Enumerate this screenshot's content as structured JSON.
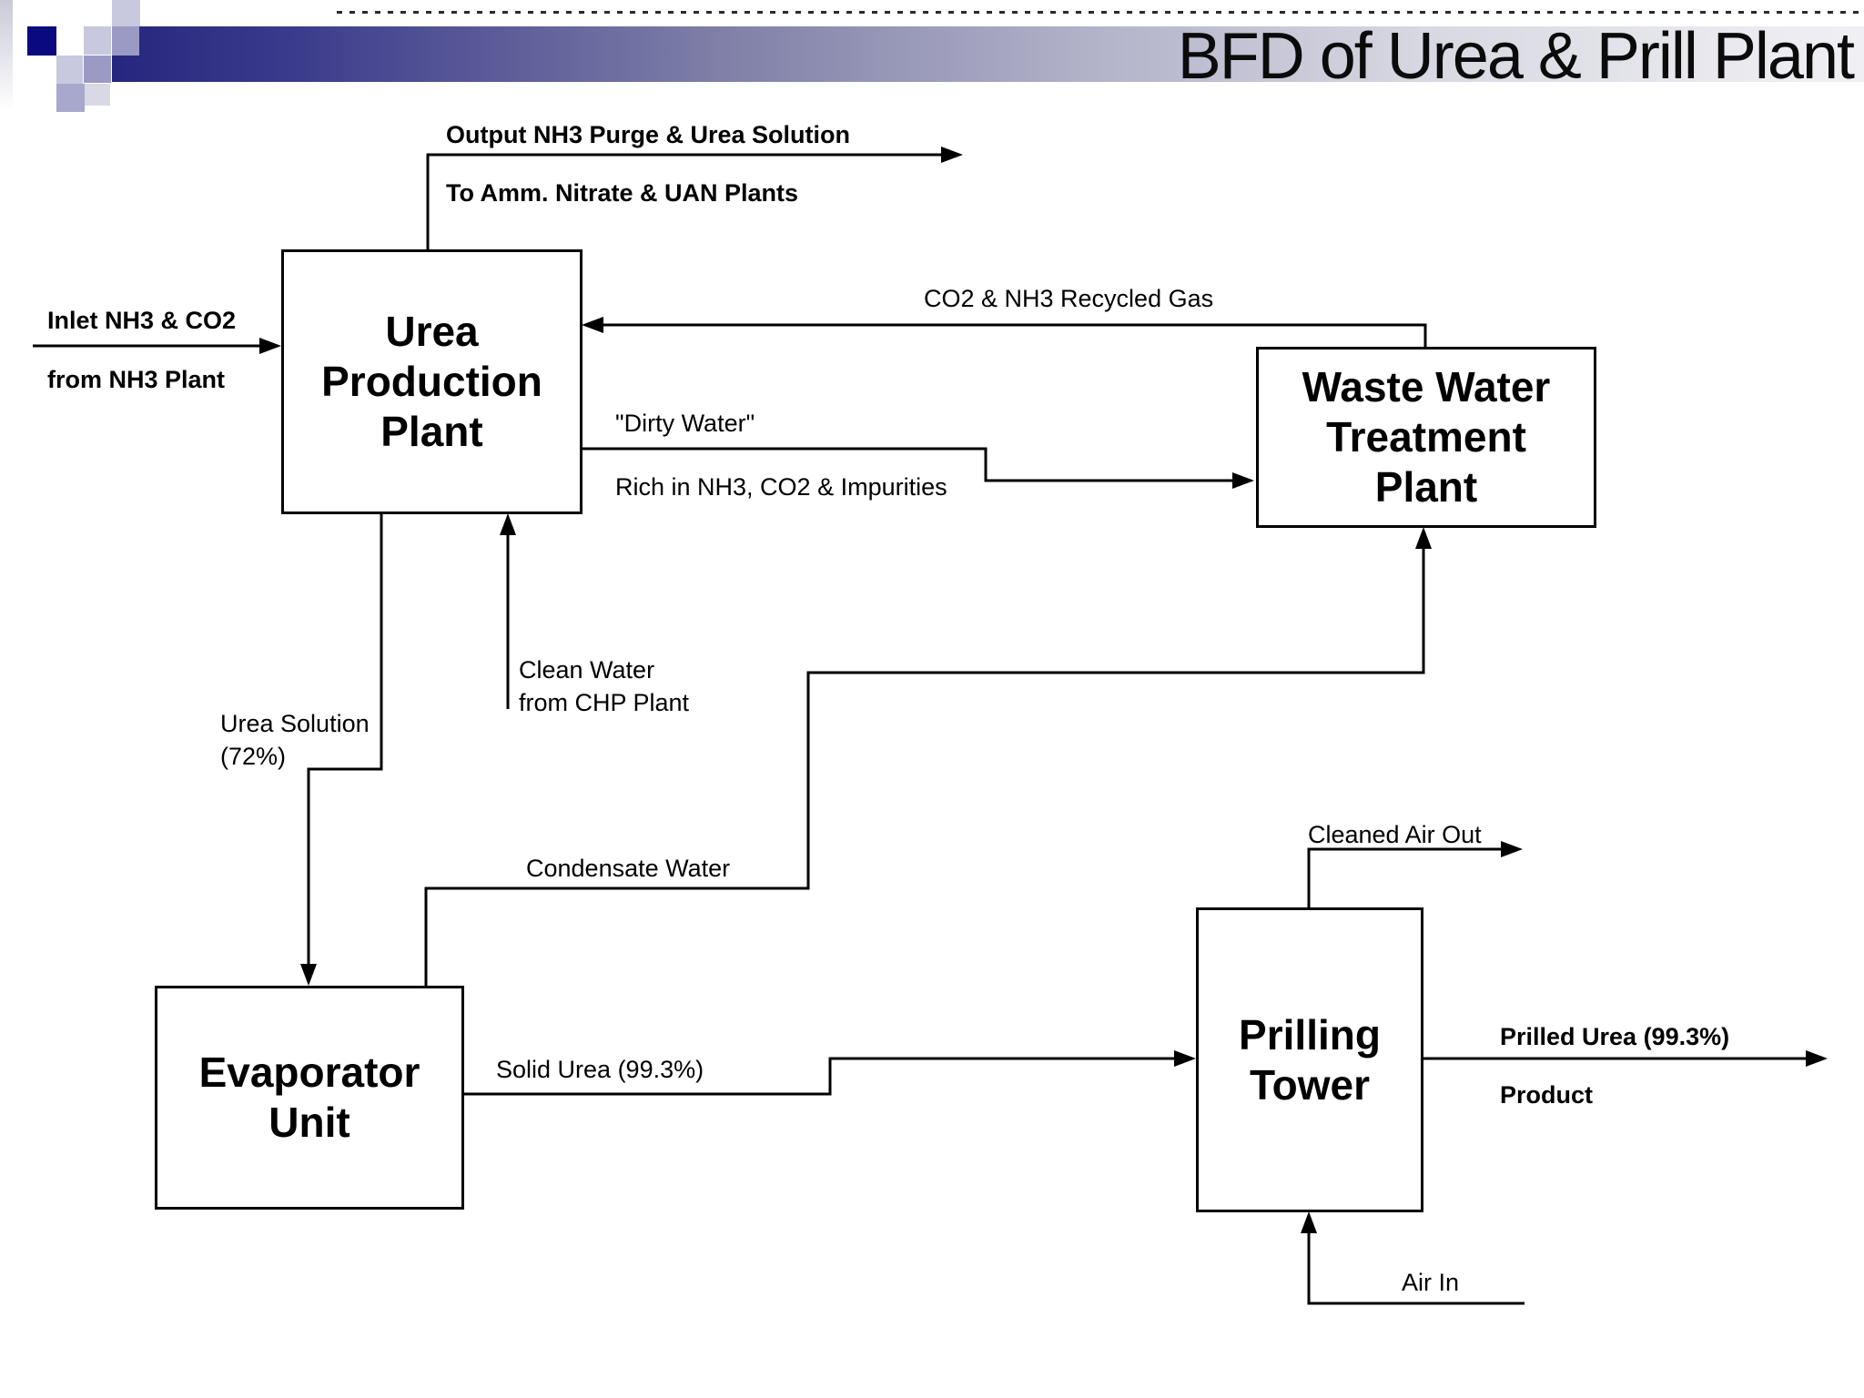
{
  "header": {
    "title": "BFD of Urea & Prill Plant"
  },
  "boxes": {
    "urea_production": {
      "label": "Urea\nProduction\nPlant"
    },
    "waste_water": {
      "label": "Waste Water\nTreatment\nPlant"
    },
    "evaporator": {
      "label": "Evaporator\nUnit"
    },
    "prilling_tower": {
      "label": "Prilling\nTower"
    }
  },
  "streams": {
    "output_purge": {
      "line1": "Output NH3 Purge & Urea Solution",
      "line2": "To Amm. Nitrate & UAN Plants"
    },
    "inlet": {
      "line1": "Inlet NH3 & CO2",
      "line2": "from NH3 Plant"
    },
    "recycled_gas": {
      "label": "CO2 & NH3 Recycled Gas"
    },
    "dirty_water": {
      "line1": "\"Dirty Water\"",
      "line2": "Rich in NH3, CO2 & Impurities"
    },
    "clean_water": {
      "label": "Clean Water\nfrom CHP Plant"
    },
    "urea_solution": {
      "label": "Urea Solution\n(72%)"
    },
    "condensate": {
      "label": "Condensate Water"
    },
    "cleaned_air": {
      "label": "Cleaned Air Out"
    },
    "solid_urea": {
      "label": "Solid Urea (99.3%)"
    },
    "prilled_urea": {
      "line1": "Prilled Urea (99.3%)",
      "line2": "Product"
    },
    "air_in": {
      "label": "Air In"
    }
  },
  "colors": {
    "accent_navy": "#26267e",
    "corner_square_navy": "#0a0a7e",
    "corner_square_lavender": "#9a9ac4",
    "line_black": "#000000",
    "background": "#ffffff"
  }
}
